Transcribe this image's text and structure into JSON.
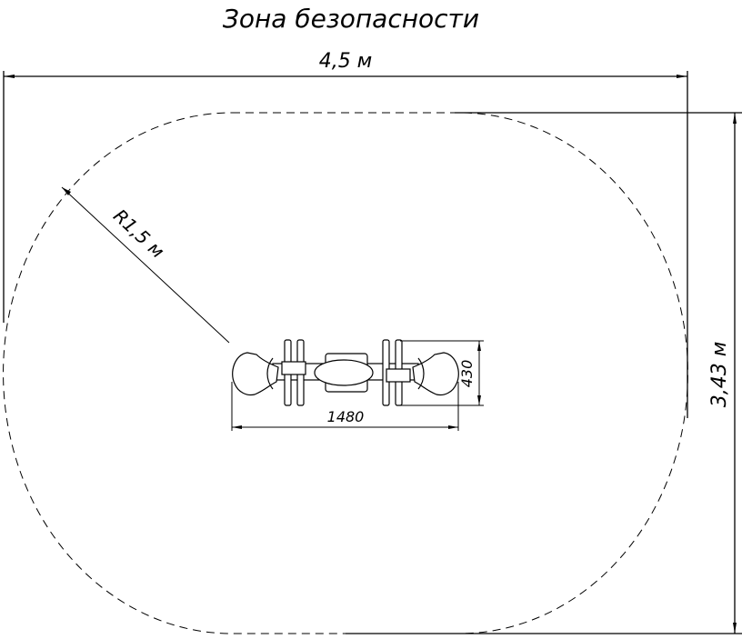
{
  "title": "Зона безопасности",
  "dimensions": {
    "width": "4,5 м",
    "height": "3,43 м",
    "radius": "R1,5 м",
    "equipment_length": "1480",
    "equipment_width": "430"
  },
  "colors": {
    "line": "#000000",
    "background": "#ffffff"
  }
}
